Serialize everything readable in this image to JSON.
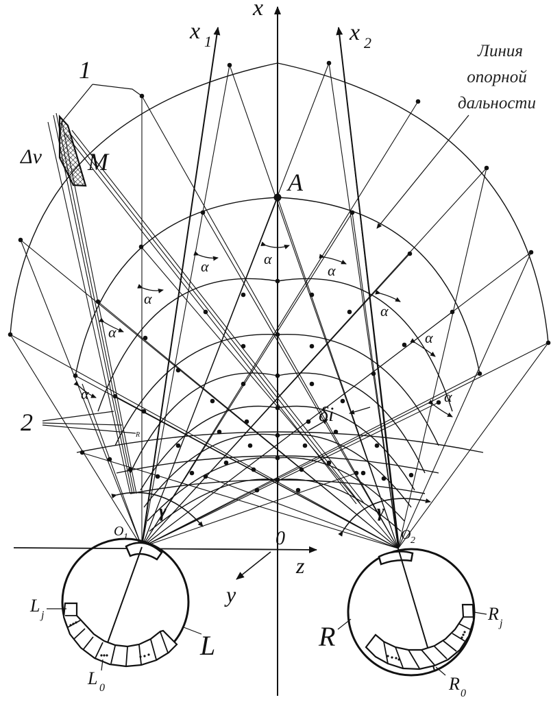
{
  "axes": {
    "x": "x",
    "x1": "x",
    "x1_sub": "1",
    "x2": "x",
    "x2_sub": "2",
    "z": "z",
    "y": "y",
    "origin": "0"
  },
  "points": {
    "A": "A",
    "M": "M",
    "O1": "O",
    "O1_sub": "1",
    "O2": "O",
    "O2_sub": "2"
  },
  "labels": {
    "one": "1",
    "two": "2",
    "small_r": "R",
    "delta_v": "Δv",
    "alpha": "α",
    "gamma": "γ",
    "delta_i": "δi",
    "reference_line": [
      "Линия",
      "опорной",
      "дальности"
    ]
  },
  "eyes": {
    "left": {
      "name": "L",
      "receptor_j": "L",
      "receptor_j_sub": "j",
      "receptor_0": "L",
      "receptor_0_sub": "0"
    },
    "right": {
      "name": "R",
      "receptor_j": "R",
      "receptor_j_sub": "j",
      "receptor_0": "R",
      "receptor_0_sub": "0"
    }
  },
  "colors": {
    "ink": "#111111",
    "background": "#ffffff"
  }
}
